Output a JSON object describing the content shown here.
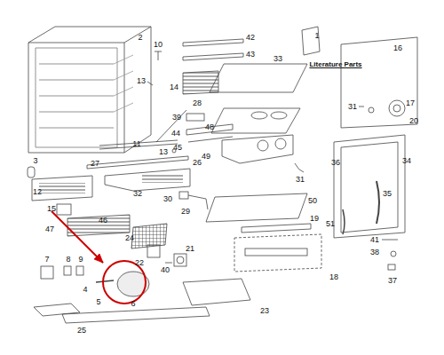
{
  "diagram": {
    "labels": [
      "1",
      "Literature Parts",
      "2",
      "10",
      "13",
      "42",
      "43",
      "14",
      "39",
      "44",
      "45",
      "33",
      "16",
      "17",
      "20",
      "31",
      "48",
      "49",
      "31",
      "28",
      "11",
      "13",
      "27",
      "26",
      "3",
      "12",
      "32",
      "36",
      "34",
      "35",
      "51",
      "30",
      "29",
      "50",
      "19",
      "15",
      "46",
      "47",
      "24",
      "22",
      "21",
      "40",
      "41",
      "38",
      "37",
      "18",
      "7",
      "8",
      "9",
      "4",
      "6",
      "5",
      "25",
      "23"
    ]
  }
}
